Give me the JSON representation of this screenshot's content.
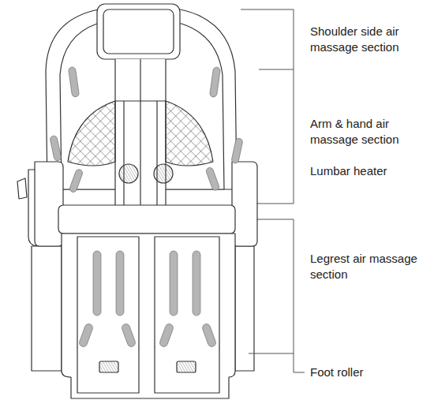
{
  "diagram": {
    "labels": [
      "Shoulder side air massage section",
      "Arm & hand air massage section",
      "Lumbar heater",
      "Legrest air massage section",
      "Foot roller"
    ]
  }
}
